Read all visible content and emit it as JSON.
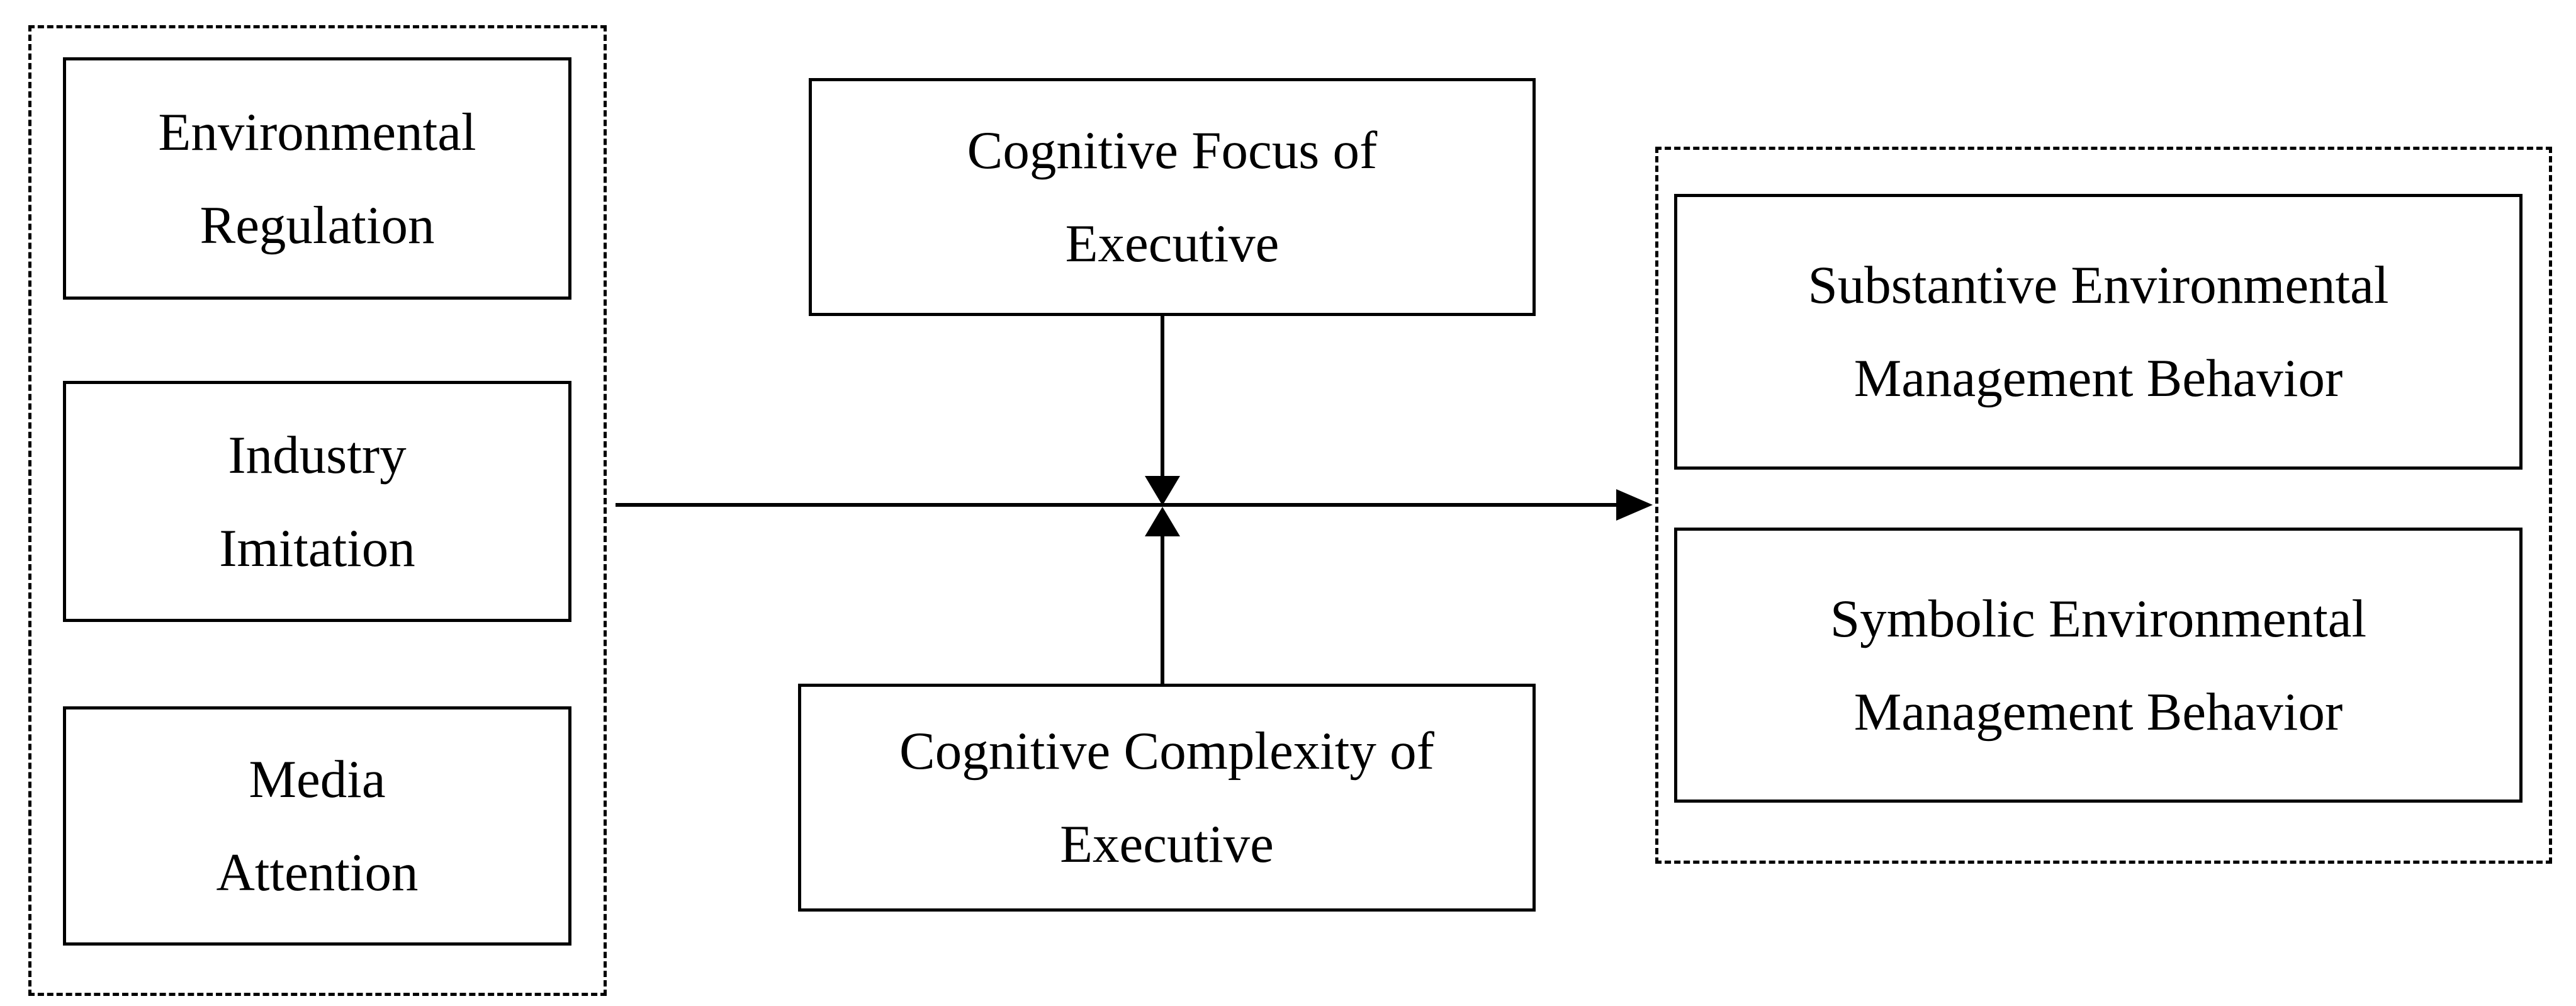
{
  "colors": {
    "background": "#ffffff",
    "line": "#000000",
    "text": "#000000"
  },
  "antecedents_group": {
    "environmental_regulation": {
      "line1": "Environmental",
      "line2": "Regulation"
    },
    "industry_imitation": {
      "line1": "Industry",
      "line2": "Imitation"
    },
    "media_attention": {
      "line1": "Media",
      "line2": "Attention"
    }
  },
  "moderators": {
    "cognitive_focus": {
      "line1": "Cognitive Focus of",
      "line2": "Executive"
    },
    "cognitive_complexity": {
      "line1": "Cognitive Complexity of",
      "line2": "Executive"
    }
  },
  "outcomes_group": {
    "substantive_behavior": {
      "line1": "Substantive Environmental",
      "line2": "Management Behavior"
    },
    "symbolic_behavior": {
      "line1": "Symbolic Environmental",
      "line2": "Management Behavior"
    }
  },
  "icons": {
    "right_arrowhead": "filled right-pointing triangle",
    "down_arrowhead": "filled down-pointing triangle",
    "up_arrowhead": "filled up-pointing triangle"
  }
}
